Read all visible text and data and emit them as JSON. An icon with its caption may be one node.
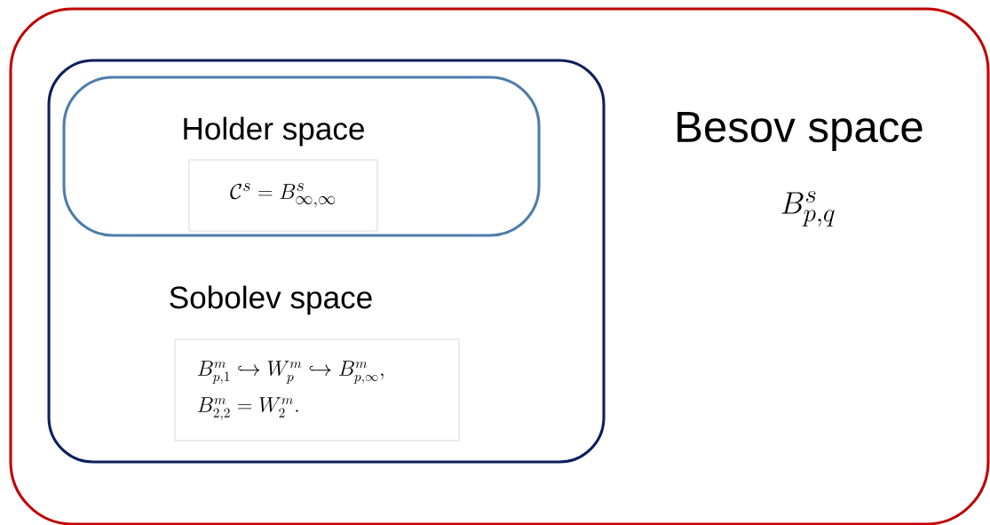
{
  "diagram": {
    "nodes": [
      {
        "text": [
          "Besov space",
          "B^{s}_{p,q}"
        ]
      },
      {
        "text": [
          "Sobolev space"
        ],
        "in": 0
      },
      {
        "text": [
          "Holder space"
        ],
        "in": 1
      },
      {
        "text": [
          "\\mathcal{C}^{s} = B^{s}_{\\infty,\\infty}"
        ],
        "in": 2
      },
      {
        "text": [
          "B^{m}_{p,1} \\hookrightarrow W^{m}_{p} \\hookrightarrow B^{m}_{p,\\infty},",
          "B^{m}_{2,2} = W^{m}_{2}."
        ],
        "in": 1
      }
    ],
    "edges": []
  }
}
